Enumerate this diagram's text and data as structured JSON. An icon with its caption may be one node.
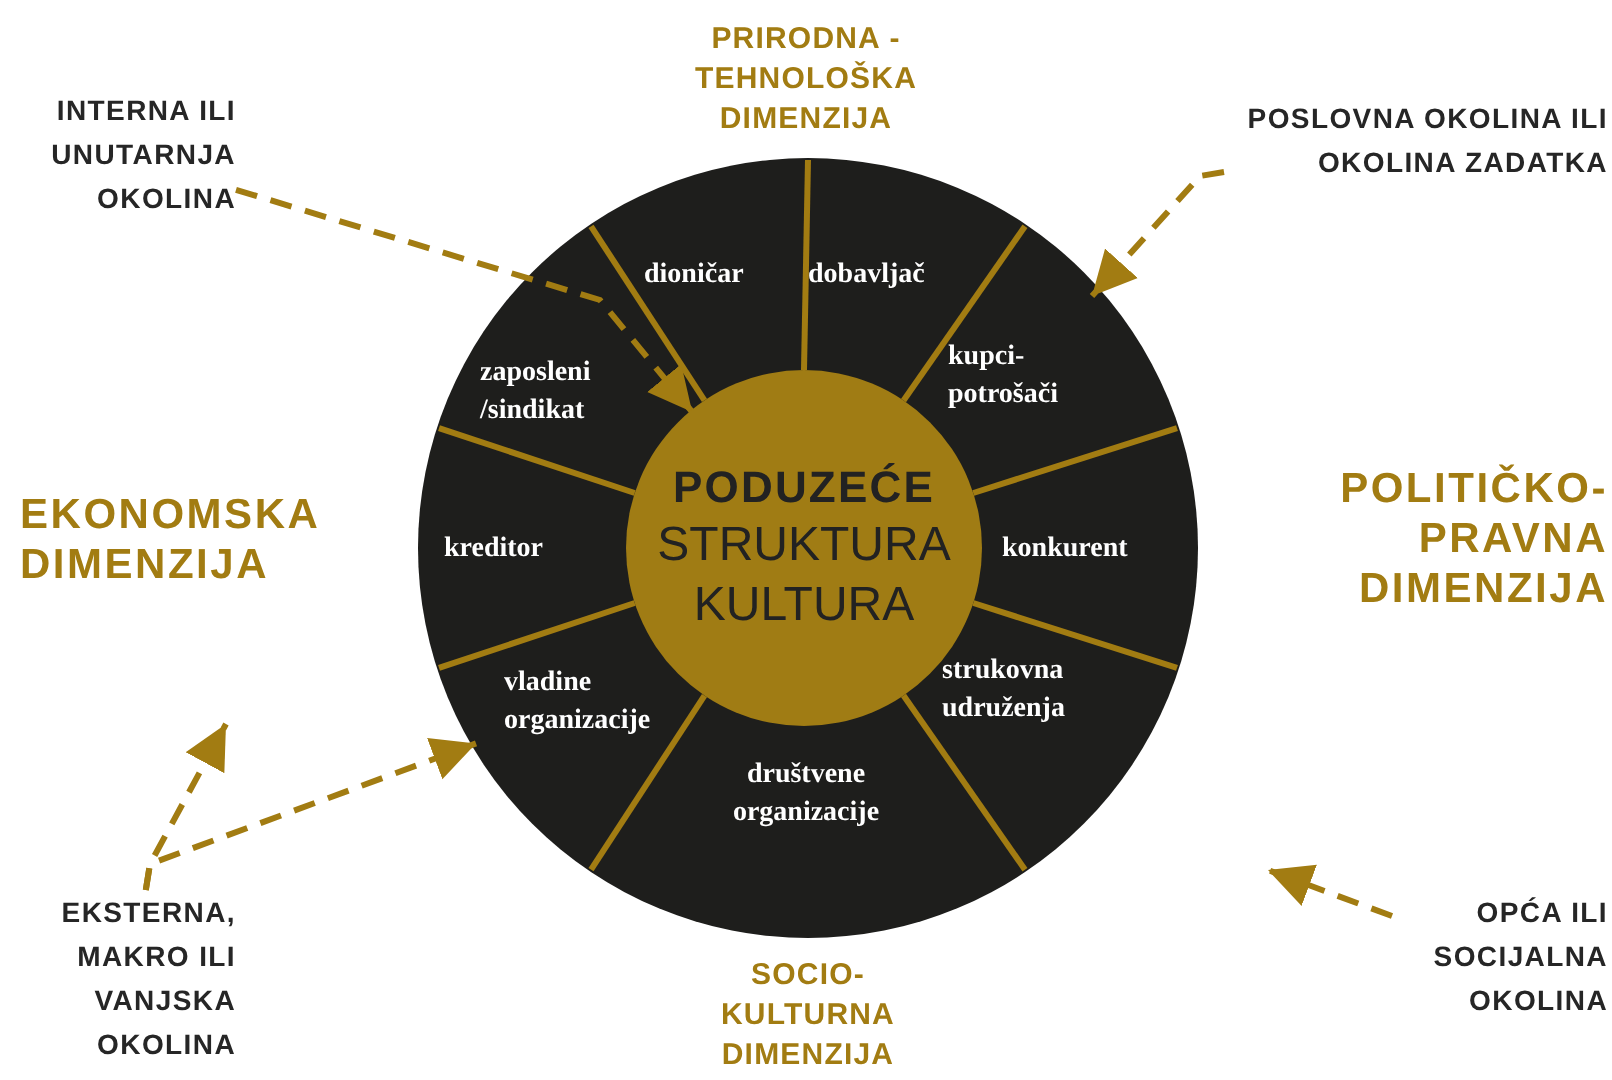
{
  "diagram": {
    "nodes": [
      {
        "text": [
          "INTERNA ILI UNUTARNJA OKOLINA"
        ]
      },
      {
        "text": [
          "POSLOVNA OKOLINA ILI OKOLINA ZADATKA"
        ]
      },
      {
        "text": [],
        "shape": "circle"
      },
      {
        "text": [
          "PODUZEĆE",
          "STRUKTURA KULTURA"
        ],
        "in": 2
      },
      {
        "text": [
          "dioničar"
        ],
        "in": 2
      },
      {
        "text": [
          "dobavljač"
        ],
        "in": 2
      },
      {
        "text": [
          "zaposleni /sindikat"
        ],
        "in": 2
      },
      {
        "text": [
          "kupci- potrošači"
        ],
        "in": 2
      },
      {
        "text": [
          "kreditor"
        ],
        "in": 2
      },
      {
        "text": [
          "konkurent"
        ],
        "in": 2
      },
      {
        "text": [
          "vladine organizacije"
        ],
        "in": 2
      },
      {
        "text": [
          "strukovna udruženja"
        ],
        "in": 2
      },
      {
        "text": [
          "društvene organizacije"
        ],
        "in": 2
      },
      {
        "text": [
          "EKSTERNA, MAKRO ILI VANJSKA OKOLINA"
        ]
      },
      {
        "text": [
          "OPĆA ILI SOCIJALNA OKOLINA"
        ]
      }
    ],
    "edges": [
      {
        "from": 0,
        "to": 3,
        "arrow": "to",
        "style": "dashed"
      },
      {
        "from": 1,
        "to": 7,
        "arrow": "to",
        "style": "dashed"
      },
      {
        "from": 13,
        "to": null,
        "arrow": "to",
        "style": "dashed"
      },
      {
        "from": 13,
        "to": 10,
        "arrow": "to",
        "style": "dashed"
      },
      {
        "from": 14,
        "to": null,
        "arrow": "to",
        "style": "dashed"
      }
    ],
    "labels": [
      "PRIRODNA - TEHNOLOŠKA DIMENZIJA",
      "EKONOMSKA DIMENZIJA",
      "POLITIČKO- PRAVNA DIMENZIJA",
      "SOCIO- KULTURNA DIMENZIJA"
    ]
  }
}
